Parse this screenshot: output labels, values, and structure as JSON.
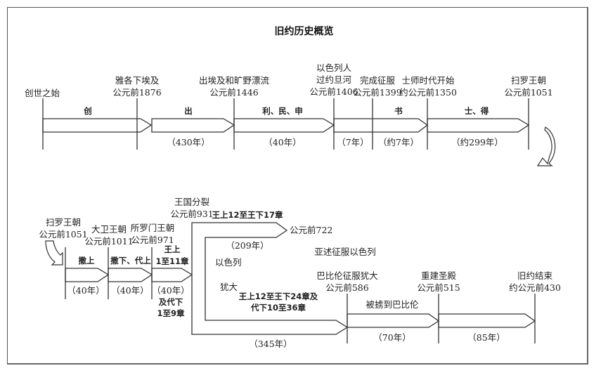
{
  "title": "旧约历史概览",
  "top_row": {
    "events": [
      {
        "label": [
          "创世之始"
        ]
      },
      {
        "label": [
          "雅各下埃及",
          "公元前1876"
        ]
      },
      {
        "label": [
          "出埃及和旷野漂流",
          "公元前1446"
        ]
      },
      {
        "label": [
          "以色列人",
          "过约旦河",
          "公元前1406"
        ]
      },
      {
        "label": [
          "完成征服",
          "公元前1399"
        ]
      },
      {
        "label": [
          "士师时代开始",
          "约公元前1350"
        ]
      },
      {
        "label": [
          "扫罗王朝",
          "公元前1051"
        ]
      }
    ],
    "books": [
      "创",
      "出",
      "利、民、申",
      "书",
      "士、得"
    ],
    "durations": [
      "（430年）",
      "（40年）",
      "（7年）",
      "（约7年）",
      "（约299年）"
    ]
  },
  "bottom_row": {
    "events": [
      {
        "label": [
          "扫罗王朝",
          "公元前1051"
        ]
      },
      {
        "label": [
          "大卫王朝",
          "公元前1011"
        ]
      },
      {
        "label": [
          "所罗门王朝",
          "公元前971"
        ]
      },
      {
        "label": [
          "王国分裂",
          "公元前931"
        ]
      },
      {
        "label": [
          "公元前722"
        ]
      },
      {
        "label": [
          "亚述征服以色列"
        ]
      },
      {
        "label": [
          "巴比伦征服犹大",
          "公元前586"
        ]
      },
      {
        "label": [
          "重建圣殿",
          "公元前515"
        ]
      },
      {
        "label": [
          "旧约结束",
          "约公元前430"
        ]
      }
    ],
    "books": [
      "撒上",
      "撒下、代上",
      "王上",
      "1至11章",
      "王上12至王下17章",
      "王上12至王下24章及",
      "代下10至36章",
      "及代下",
      "1至9章"
    ],
    "kingdoms": [
      "以色列",
      "犹大"
    ],
    "periods": [
      "被掳到巴比伦"
    ],
    "durations": [
      "（40年）",
      "（40年）",
      "（40年）",
      "（209年）",
      "（345年）",
      "（70年）",
      "（85年）"
    ]
  },
  "icons": [
    "curved-arrow-down-icon",
    "curved-arrow-right-icon"
  ],
  "colors": {
    "line": "#333333",
    "frame": "#555555"
  }
}
